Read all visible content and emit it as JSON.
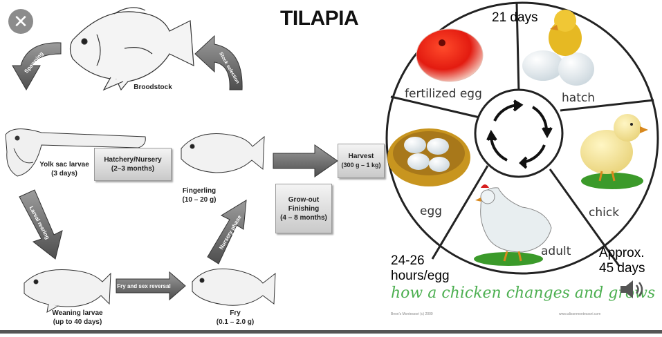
{
  "tilapia": {
    "title": "TILAPIA",
    "broodstock": "Broodstock",
    "spawning": "Spawning",
    "stock_selection": "Stock selection",
    "yolk_sac": [
      "Yolk sac larvae",
      "(3 days)"
    ],
    "hatchery": [
      "Hatchery/Nursery",
      "(2–3 months)"
    ],
    "fingerling": [
      "Fingerling",
      "(10 – 20 g)"
    ],
    "harvest": [
      "Harvest",
      "(300 g – 1 kg)"
    ],
    "growout": [
      "Grow-out",
      "Finishing",
      "(4 – 8 months)"
    ],
    "larval_rearing": "Larval rearing",
    "nursery_phase": "Nursery phase",
    "fry_sex_reversal": "Fry and sex reversal",
    "weaning": [
      "Weaning larvae",
      "(up to 40 days)"
    ],
    "fry": [
      "Fry",
      "(0.1 – 2.0 g)"
    ]
  },
  "chicken": {
    "fertilized_egg": "fertilized egg",
    "hatch": "hatch",
    "chick": "chick",
    "adult": "adult",
    "egg": "egg",
    "note_21": "21 days",
    "note_egg": [
      "24-26",
      "hours/egg"
    ],
    "note_45": [
      "Approx.",
      "45 days"
    ],
    "tagline": "how a chicken changes and grows",
    "credit_left": "Beon's Montessori (c) 2009",
    "credit_right": "www.alisonmontessori.com"
  },
  "colors": {
    "tagline": "#4caf50",
    "arrow": "#666666",
    "box_grad": "#c9c9c9"
  },
  "icons": [
    "close-icon",
    "speaker-icon",
    "cycle-arrows-icon"
  ]
}
